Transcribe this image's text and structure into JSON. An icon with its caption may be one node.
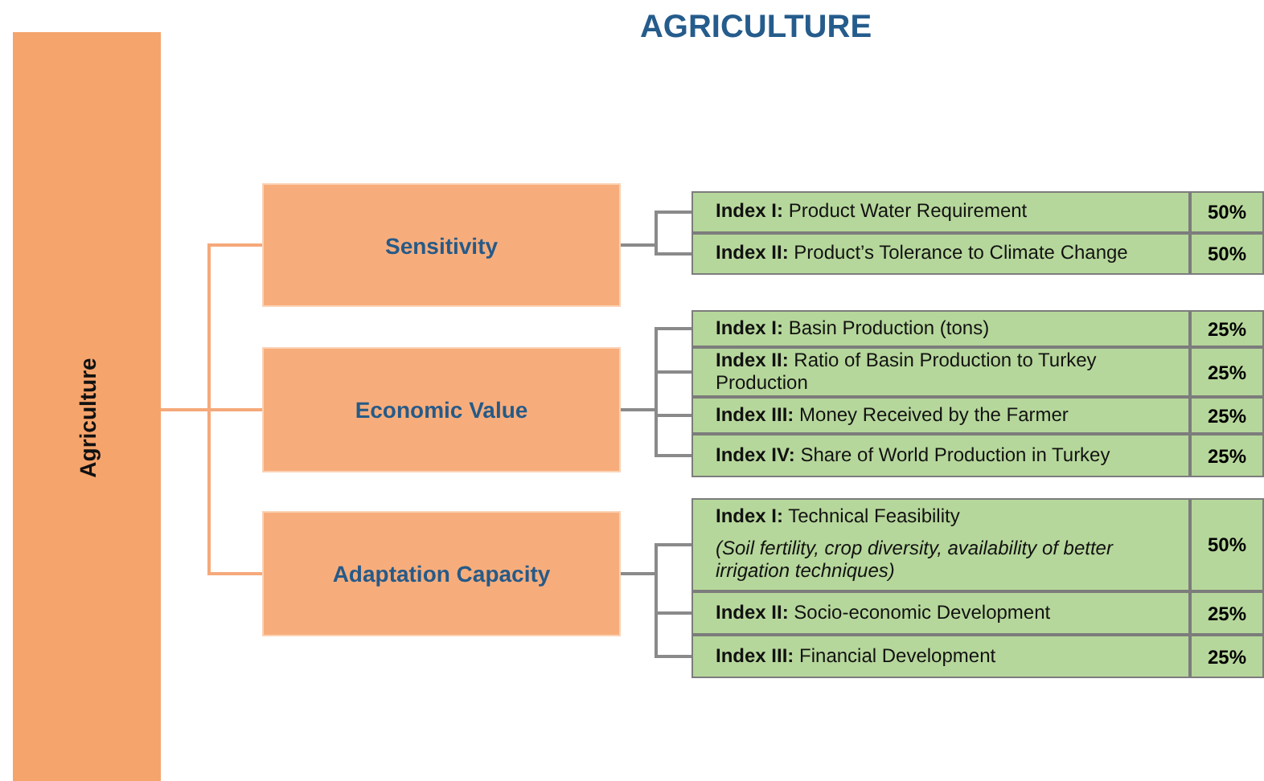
{
  "diagram": {
    "title": "AGRICULTURE",
    "nodes": [
      {
        "text": [
          "Agriculture"
        ]
      },
      {
        "text": [
          "Sensitivity"
        ]
      },
      {
        "text": [
          "Economic Value"
        ]
      },
      {
        "text": [
          "Adaptation Capacity"
        ]
      },
      {
        "text": [
          "**Index I:** Product Water Requirement",
          "50%"
        ]
      },
      {
        "text": [
          "**Index II:** Product’s Tolerance to Climate Change",
          "50%"
        ]
      },
      {
        "text": [
          "**Index I:** Basin Production (tons)",
          "25%"
        ]
      },
      {
        "text": [
          "**Index II:** Ratio of Basin Production to Turkey Production",
          "25%"
        ]
      },
      {
        "text": [
          "**Index III:** Money Received by the Farmer",
          "25%"
        ]
      },
      {
        "text": [
          "**Index IV:** Share of World Production in Turkey",
          "25%"
        ]
      },
      {
        "text": [
          "**Index I:** Technical Feasibility",
          "(Soil fertility, crop diversity, availability of better irrigation techniques)",
          "50%"
        ]
      },
      {
        "text": [
          "**Index II:** Socio-economic Development",
          "25%"
        ]
      },
      {
        "text": [
          "**Index III:** Financial Development",
          "25%"
        ]
      }
    ],
    "edges": [
      {
        "from": 0,
        "to": 1,
        "arrow": "none",
        "color": "#f5a97a"
      },
      {
        "from": 0,
        "to": 2,
        "arrow": "none",
        "color": "#f5a97a"
      },
      {
        "from": 0,
        "to": 3,
        "arrow": "none",
        "color": "#f5a97a"
      },
      {
        "from": 1,
        "to": 4,
        "arrow": "none"
      },
      {
        "from": 1,
        "to": 5,
        "arrow": "none"
      },
      {
        "from": 2,
        "to": 6,
        "arrow": "none"
      },
      {
        "from": 2,
        "to": 7,
        "arrow": "none"
      },
      {
        "from": 2,
        "to": 8,
        "arrow": "none"
      },
      {
        "from": 2,
        "to": 9,
        "arrow": "none"
      },
      {
        "from": 3,
        "to": 10,
        "arrow": "none"
      },
      {
        "from": 3,
        "to": 11,
        "arrow": "none"
      },
      {
        "from": 3,
        "to": 12,
        "arrow": "none"
      }
    ]
  }
}
